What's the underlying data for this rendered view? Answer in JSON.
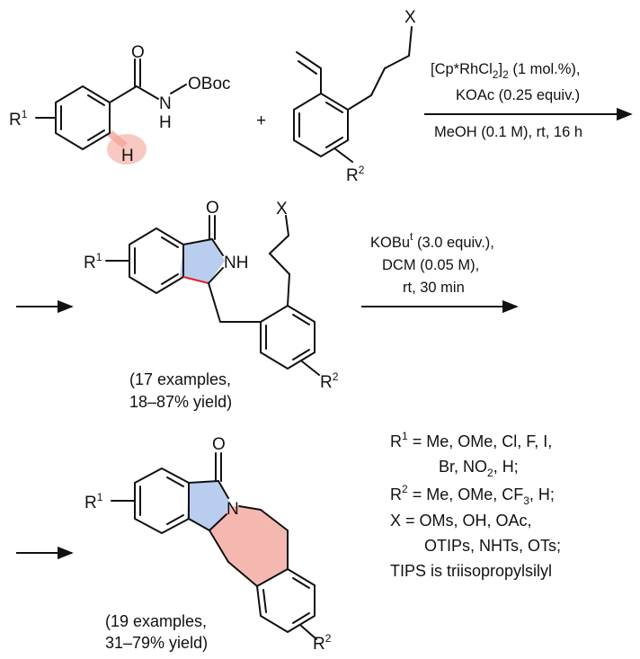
{
  "colors": {
    "ring_blue": "#b9cdef",
    "ring_pink": "#f5b8b0",
    "h_highlight": "#f7c9c2",
    "new_bond_red": "#e02020"
  },
  "step1": {
    "reactant1": {
      "oxygen": "O",
      "nh": "N",
      "h_on_n": "H",
      "oboc": "OBoc",
      "ch": "H",
      "r_main": "R",
      "r_sup": "1"
    },
    "plus": "+",
    "reactant2": {
      "x": "X",
      "r_main": "R",
      "r_sup": "2"
    },
    "conditions": {
      "line1_a": "[Cp*RhCl",
      "line1_sub1": "2",
      "line1_b": "]",
      "line1_sub2": "2",
      "line1_c": " (1 mol.%),",
      "line2": "KOAc (0.25 equiv.)",
      "line3": "MeOH (0.1 M), rt, 16 h"
    }
  },
  "step2": {
    "product": {
      "oxygen": "O",
      "nh": "NH",
      "x": "X",
      "r1_main": "R",
      "r1_sup": "1",
      "r2_main": "R",
      "r2_sup": "2"
    },
    "yield_line1": "(17 examples,",
    "yield_line2": "18–87% yield)",
    "conditions": {
      "line1_a": "KOBu",
      "line1_sup": "t",
      "line1_b": " (3.0 equiv.),",
      "line2": "DCM (0.05 M),",
      "line3": "rt, 30 min"
    }
  },
  "step3": {
    "product": {
      "oxygen": "O",
      "n": "N",
      "r1_main": "R",
      "r1_sup": "1",
      "r2_main": "R",
      "r2_sup": "2"
    },
    "yield_line1": "(19 examples,",
    "yield_line2": "31–79% yield)"
  },
  "substituents": {
    "r1_main": "R",
    "r1_sup": "1",
    "r1_line1_rest": " = Me, OMe, Cl, F, I,",
    "r1_line2_a": "Br, NO",
    "r1_line2_sub": "2",
    "r1_line2_b": ", H;",
    "r2_main": "R",
    "r2_sup": "2",
    "r2_line_a": " = Me, OMe, CF",
    "r2_line_sub": "3",
    "r2_line_b": ", H;",
    "x_line1": "X = OMs, OH, OAc,",
    "x_line2": "OTIPs, NHTs, OTs;",
    "tips_note": "TIPS is triisopropylsilyl"
  }
}
